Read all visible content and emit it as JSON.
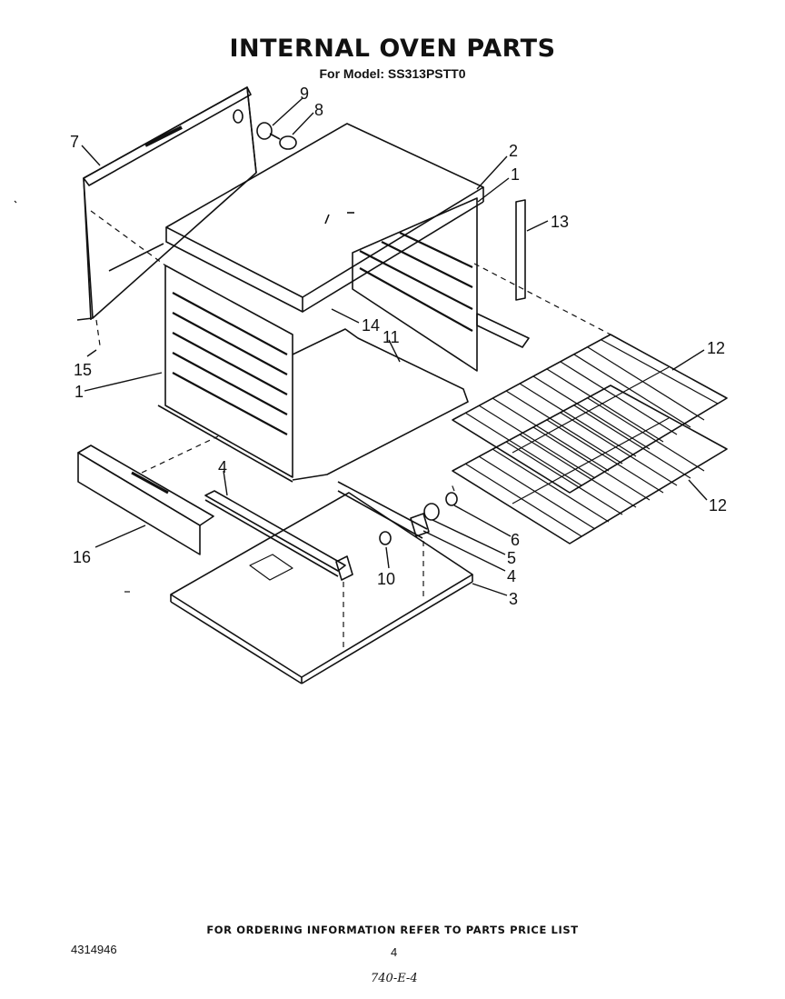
{
  "header": {
    "title": "INTERNAL OVEN PARTS",
    "model_line": "For Model: SS313PSTT0"
  },
  "callouts": [
    {
      "id": "c9",
      "label": "9"
    },
    {
      "id": "c8",
      "label": "8"
    },
    {
      "id": "c7",
      "label": "7"
    },
    {
      "id": "c2",
      "label": "2"
    },
    {
      "id": "c1a",
      "label": "1"
    },
    {
      "id": "c13",
      "label": "13"
    },
    {
      "id": "c14",
      "label": "14"
    },
    {
      "id": "c11",
      "label": "11"
    },
    {
      "id": "c15",
      "label": "15"
    },
    {
      "id": "c1b",
      "label": "1"
    },
    {
      "id": "c12a",
      "label": "12"
    },
    {
      "id": "c12b",
      "label": "12"
    },
    {
      "id": "c4a",
      "label": "4"
    },
    {
      "id": "c6",
      "label": "6"
    },
    {
      "id": "c5",
      "label": "5"
    },
    {
      "id": "c4b",
      "label": "4"
    },
    {
      "id": "c16",
      "label": "16"
    },
    {
      "id": "c10",
      "label": "10"
    },
    {
      "id": "c3",
      "label": "3"
    }
  ],
  "footer": {
    "ordering_note": "FOR ORDERING INFORMATION REFER TO PARTS PRICE LIST",
    "doc_number": "4314946",
    "page_number": "4",
    "handwritten_note": "740-E-4"
  }
}
